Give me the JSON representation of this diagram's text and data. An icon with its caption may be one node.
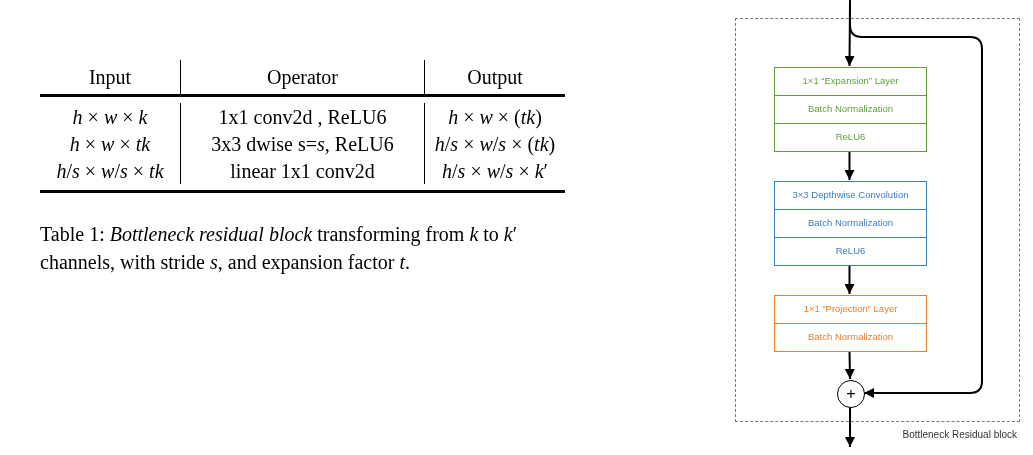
{
  "diagram": {
    "caption": "Table 1: *Bottleneck residual block* transforming from *k* to *k*′ channels, with stride *s*, and expansion factor *t*.",
    "nodes": [
      {
        "text": [
          "Bottleneck Residual block"
        ]
      },
      {
        "text": [],
        "shape": "box",
        "in": 0
      },
      {
        "text": [
          "1×1 “Expansion” Layer"
        ],
        "in": 1
      },
      {
        "text": [
          "Batch Normalization"
        ],
        "in": 1
      },
      {
        "text": [
          "ReLU6"
        ],
        "in": 1
      },
      {
        "text": [],
        "shape": "box",
        "in": 0
      },
      {
        "text": [
          "3×3 Depthwise Convolution"
        ],
        "in": 5
      },
      {
        "text": [
          "Batch Normalization"
        ],
        "in": 5
      },
      {
        "text": [
          "ReLU6"
        ],
        "in": 5
      },
      {
        "text": [],
        "shape": "box",
        "in": 0
      },
      {
        "text": [
          "1×1 “Projection” Layer"
        ],
        "in": 9
      },
      {
        "text": [
          "Batch Normalization"
        ],
        "in": 9
      },
      {
        "text": [
          "+"
        ],
        "in": 0
      }
    ],
    "edges": [
      {
        "from": null,
        "to": 1,
        "arrow": "to"
      },
      {
        "from": null,
        "to": 12,
        "arrow": "to"
      },
      {
        "from": 1,
        "to": 5,
        "arrow": "to"
      },
      {
        "from": 5,
        "to": 9,
        "arrow": "to"
      },
      {
        "from": 9,
        "to": 12,
        "arrow": "to"
      },
      {
        "from": 12,
        "to": null,
        "arrow": "to"
      }
    ],
    "labels": [
      "Input",
      "Operator",
      "Output",
      "*h* × *w* × *k*",
      "1x1 conv2d , ReLU6",
      "*h* × *w* × (*tk*)",
      "*h* × *w* × *tk*",
      "3x3 dwise s=*s*, ReLU6",
      "*h*/*s* × *w*/*s* × (*tk*)",
      "*h*/*s* × *w*/*s* × *tk*",
      "linear 1x1 conv2d",
      "*h*/*s* × *w*/*s* × *k*′"
    ]
  }
}
